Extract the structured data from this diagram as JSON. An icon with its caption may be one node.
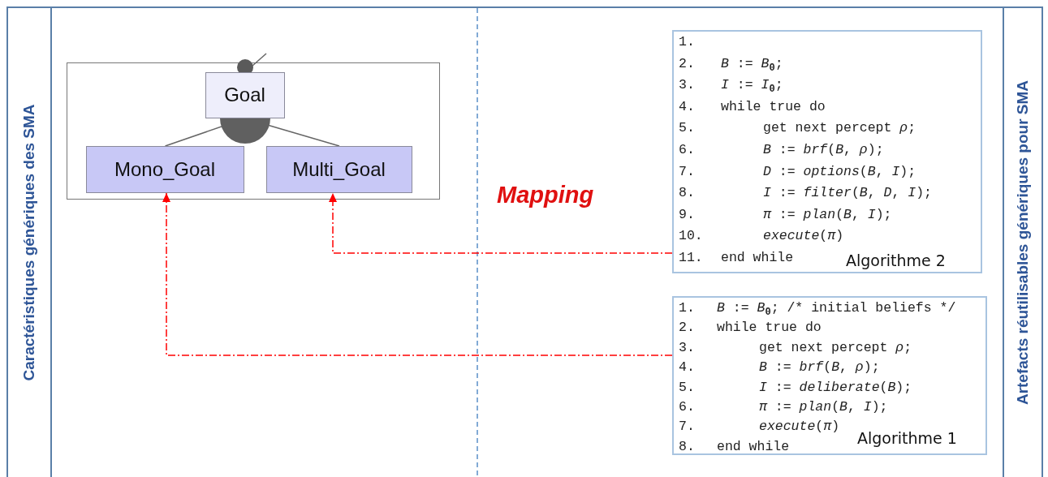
{
  "diagram": {
    "nodes": [
      {
        "text": [
          "Caractéristiques génériques des SMA"
        ]
      },
      {
        "text": [
          "Artefacts réutilisables génériques pour SMA"
        ]
      },
      {
        "text": [],
        "shape": "box"
      },
      {
        "text": [
          "Goal"
        ],
        "in": 2
      },
      {
        "text": [
          "Mono_Goal"
        ],
        "in": 2
      },
      {
        "text": [
          "Multi_Goal"
        ],
        "in": 2
      },
      {
        "text": [
          "1.",
          "2. *B* := *B*$_{0}$;",
          "3. *I* := *I*$_{0}$;",
          "4. while true do",
          "5. get next percept *ρ*;",
          "6. *B* := *brf*(*B*, *ρ*);",
          "7. *D* := *options*(*B*, *I*);",
          "8. *I* := *filter*(*B*, *D*, *I*);",
          "9. *π* := *plan*(*B*, *I*);",
          "10. *execute*(*π*)",
          "11. end while",
          "Algorithme 2"
        ]
      },
      {
        "text": [
          "1. *B* := *B*$_{0}$; /* initial beliefs */",
          "2. while true do",
          "3. get next percept *ρ*;",
          "4. *B* := *brf*(*B*, *ρ*);",
          "5. *I* := *deliberate*(*B*);",
          "6. *π* := *plan*(*B*, *I*);",
          "7. *execute*(*π*)",
          "8. end while",
          "Algorithme 1"
        ]
      }
    ],
    "edges": [
      {
        "from": 3,
        "to": 4,
        "arrow": "none"
      },
      {
        "from": 3,
        "to": 5,
        "arrow": "none"
      },
      {
        "from": null,
        "to": 3,
        "arrow": "other"
      },
      {
        "from": 6,
        "to": 5,
        "arrow": "to",
        "style": "dashed",
        "color": "#ff0000"
      },
      {
        "from": 7,
        "to": 4,
        "arrow": "to",
        "style": "dashed",
        "color": "#ff0000"
      }
    ],
    "labels": [
      "Mapping"
    ]
  }
}
